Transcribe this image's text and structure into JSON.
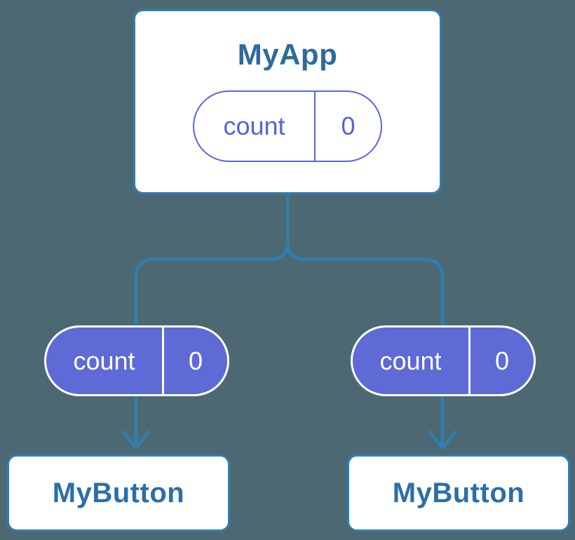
{
  "diagram": {
    "type": "component-tree",
    "root": {
      "title": "MyApp",
      "state": {
        "label": "count",
        "value": "0"
      }
    },
    "props": [
      {
        "label": "count",
        "value": "0"
      },
      {
        "label": "count",
        "value": "0"
      }
    ],
    "children": [
      {
        "title": "MyButton"
      },
      {
        "title": "MyButton"
      }
    ],
    "colors": {
      "background": "#4C6973",
      "connector": "#2F7EB3",
      "node_border": "#2F7EB3",
      "node_fill": "#FFFFFF",
      "root_title_text": "#2D6B99",
      "child_title_text": "#2B6FA8",
      "state_pill_accent": "#5A66DA",
      "prop_pill_fill": "#5E6AD6",
      "prop_pill_text": "#FFFFFF"
    }
  }
}
